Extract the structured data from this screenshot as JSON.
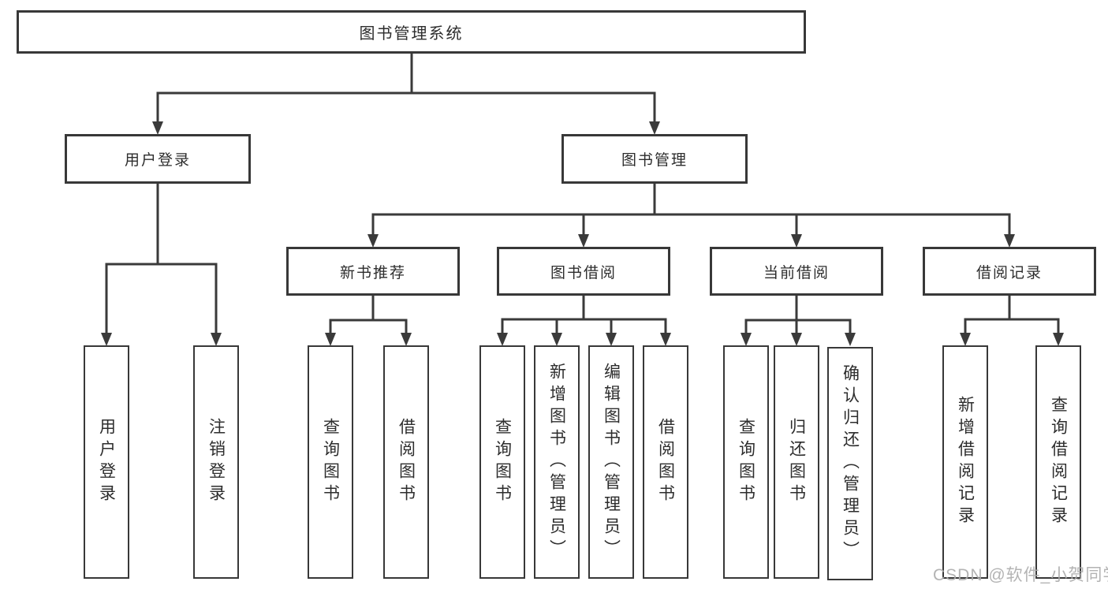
{
  "title": "图书管理系统",
  "level2": {
    "user_login": "用户登录",
    "book_mgmt": "图书管理"
  },
  "level3": {
    "new_book": "新书推荐",
    "borrow": "图书借阅",
    "current": "当前借阅",
    "records": "借阅记录"
  },
  "leaves": {
    "user": [
      "用户登录",
      "注销登录"
    ],
    "new_book": [
      "查询图书",
      "借阅图书"
    ],
    "borrow": [
      "查询图书",
      "新增图书（管理员）",
      "编辑图书（管理员）",
      "借阅图书"
    ],
    "current": [
      "查询图书",
      "归还图书",
      "确认归还（管理员）"
    ],
    "records": [
      "新增借阅记录",
      "查询借阅记录"
    ]
  },
  "watermark": "CSDN @软件_小贺同学",
  "colors": {
    "line": "#3a3a3a",
    "text": "#2d2d2d",
    "watermark": "#acacac",
    "background": "#ffffff"
  }
}
